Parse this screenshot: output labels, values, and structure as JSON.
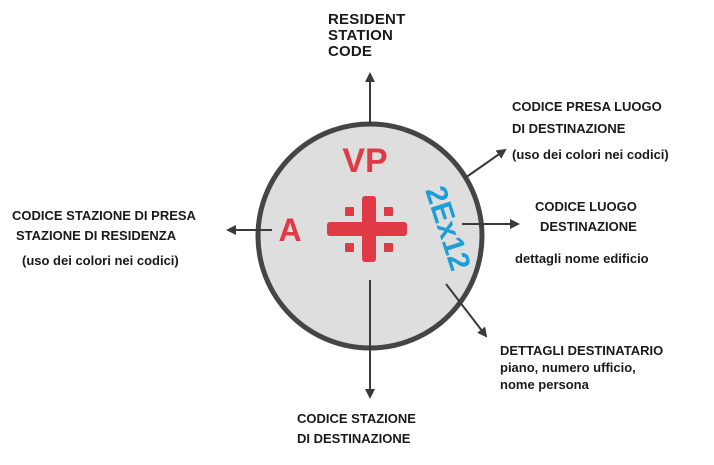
{
  "colors": {
    "circle_fill": "#dedede",
    "circle_stroke": "#454545",
    "arrow": "#3a3a3a",
    "red": "#e03a45",
    "blue": "#1e9ed6"
  },
  "circle": {
    "top_code": "VP",
    "left_code": "A",
    "right_code": "2Ex12",
    "center_symbol": "cross-dots-symbol"
  },
  "labels": {
    "top": [
      "RESIDENT",
      "STATION",
      "CODE"
    ],
    "top_right": [
      "CODICE PRESA LUOGO",
      "DI DESTINAZIONE",
      "(uso dei colori nei codici)"
    ],
    "right": [
      "CODICE LUOGO",
      "DESTINAZIONE",
      "dettagli nome edificio"
    ],
    "bottom_right": [
      "DETTAGLI DESTINATARIO",
      "piano, numero ufficio,",
      "nome persona"
    ],
    "bottom": [
      "CODICE STAZIONE",
      "DI DESTINAZIONE"
    ],
    "left": [
      "CODICE STAZIONE DI PRESA",
      "STAZIONE DI RESIDENZA",
      "(uso dei colori nei codici)"
    ]
  }
}
